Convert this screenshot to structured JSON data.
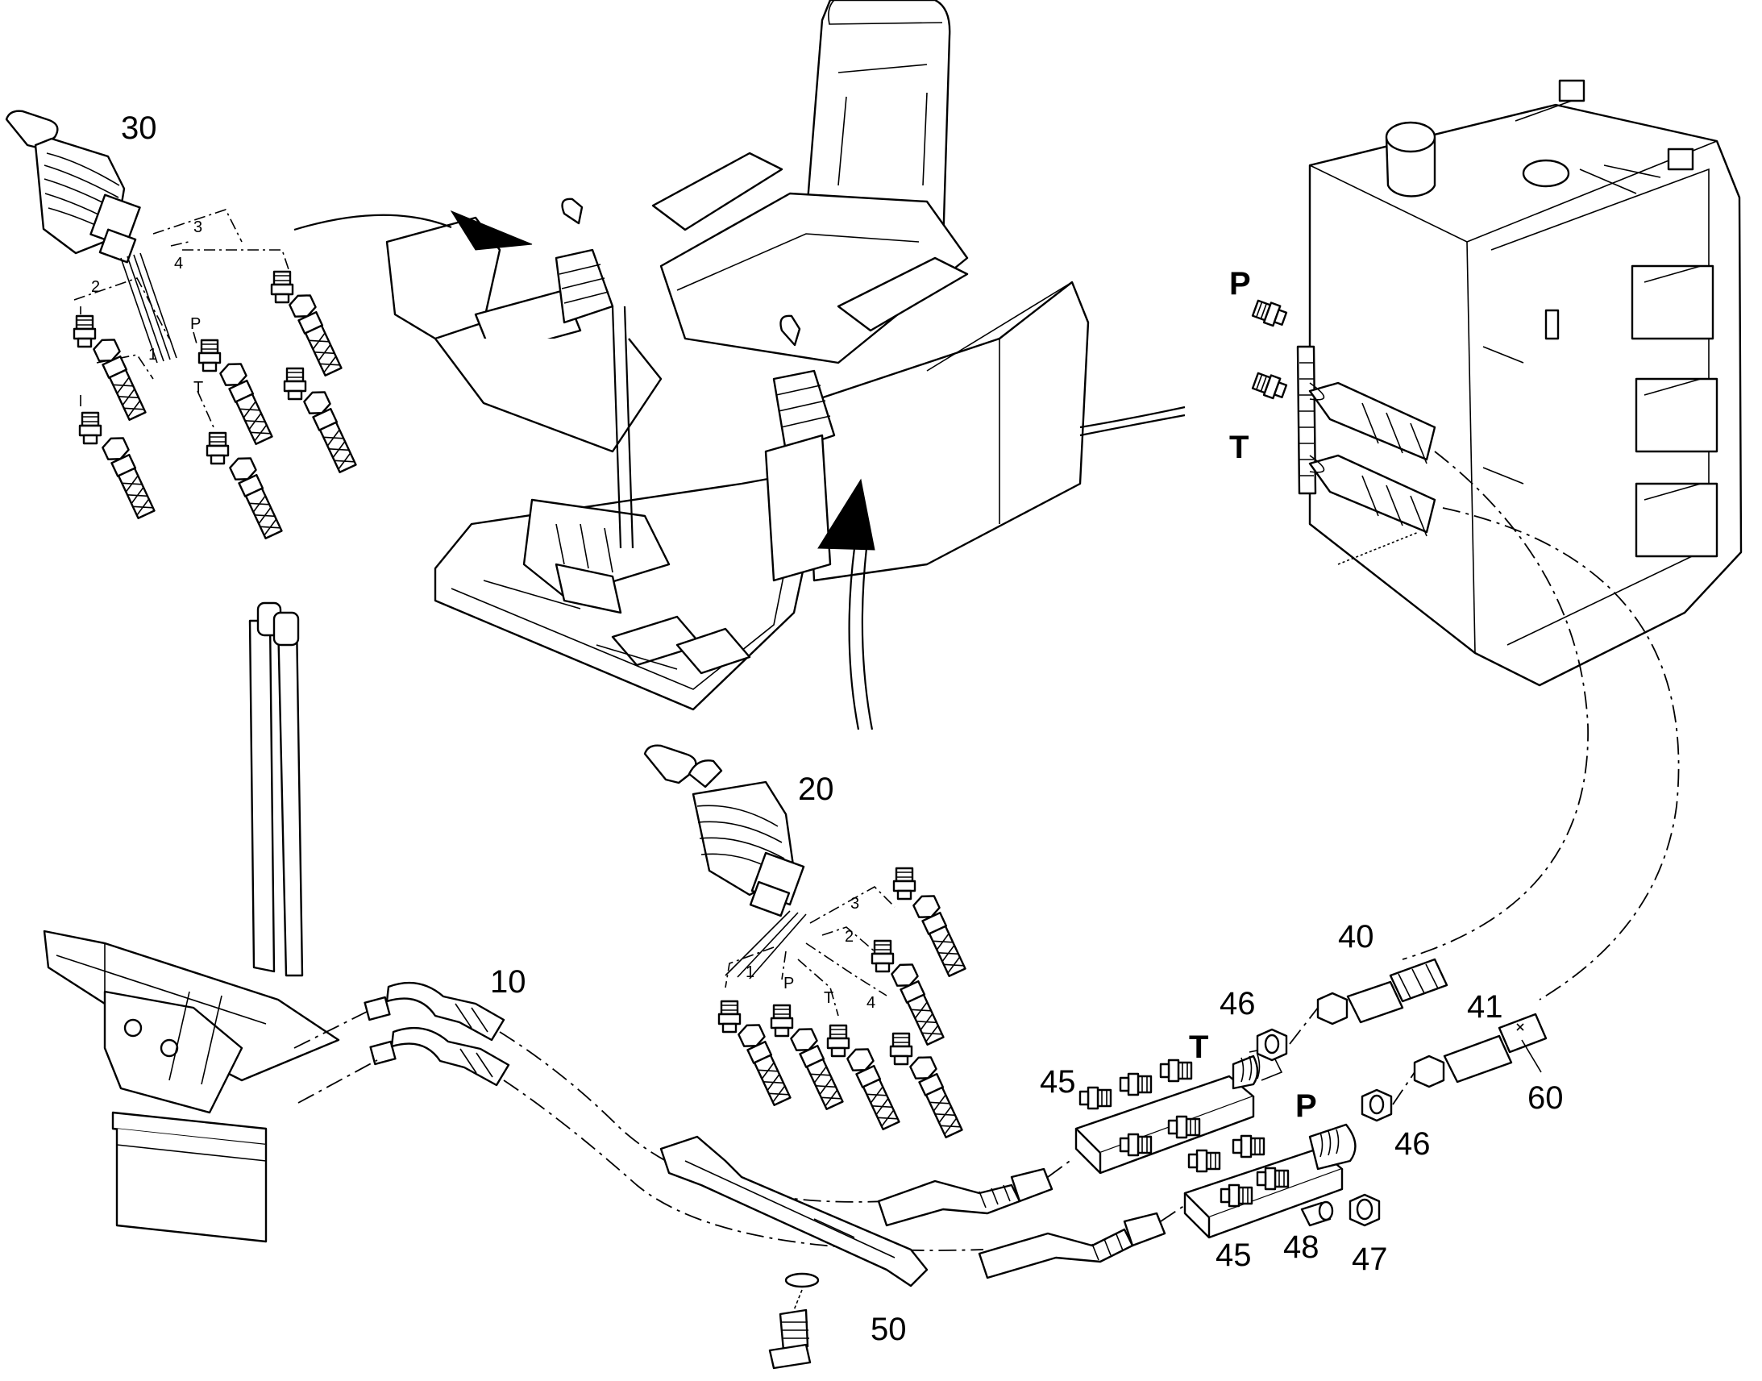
{
  "diagram": {
    "callouts": {
      "c30": "30",
      "c20": "20",
      "c10": "10",
      "c40": "40",
      "c41": "41",
      "c46a": "46",
      "c46b": "46",
      "c45a": "45",
      "c45b": "45",
      "c60": "60",
      "c48": "48",
      "c47": "47",
      "c50": "50"
    },
    "port_labels": {
      "cabinet_p": "P",
      "cabinet_t": "T",
      "block_t": "T",
      "block_p": "P"
    },
    "joystick30_lines": {
      "l1": "1",
      "l2": "2",
      "l3": "3",
      "l4": "4",
      "lp": "P",
      "lt": "T"
    },
    "joystick20_lines": {
      "l1": "1",
      "l2": "2",
      "l3": "3",
      "l4": "4",
      "lp": "P",
      "lt": "T"
    }
  }
}
